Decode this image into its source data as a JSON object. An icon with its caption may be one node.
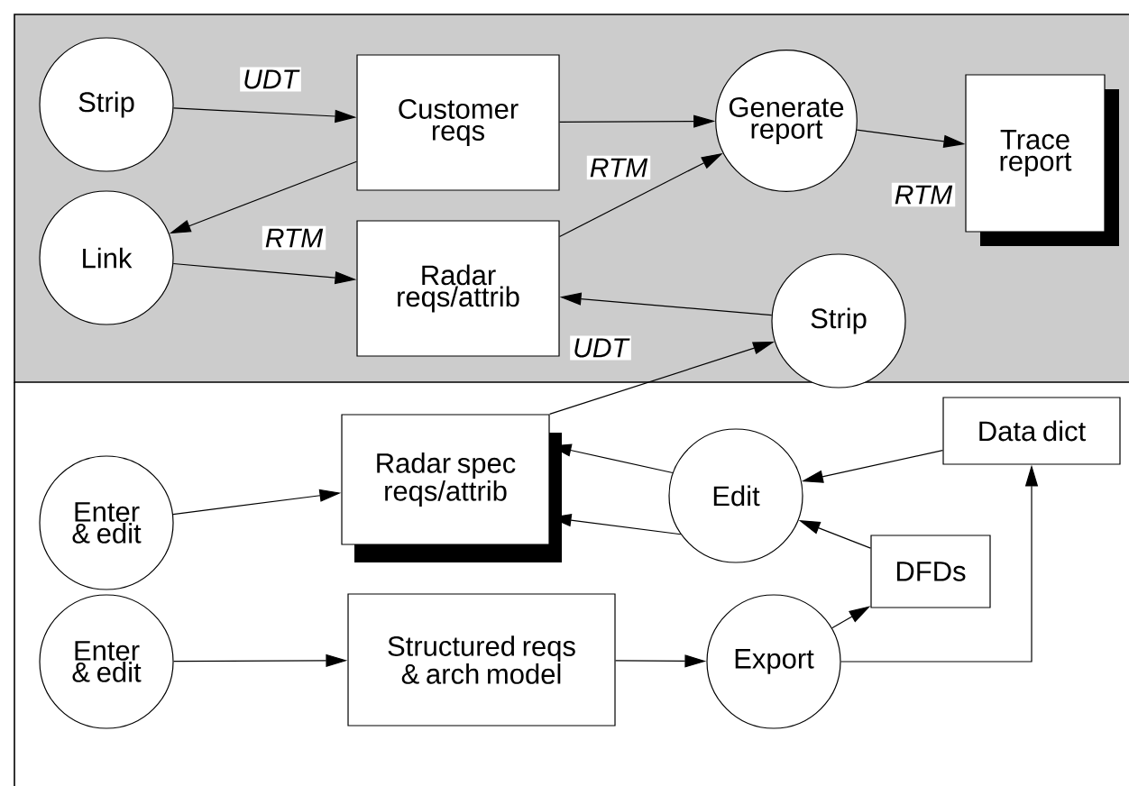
{
  "diagram": {
    "nodes": [
      {
        "text": [
          "Strip"
        ]
      },
      {
        "text": [
          "Customer reqs"
        ]
      },
      {
        "text": [
          "Generate report"
        ]
      },
      {
        "text": [
          "Trace report"
        ]
      },
      {
        "text": [
          "Link"
        ]
      },
      {
        "text": [
          "Radar reqs/attrib"
        ]
      },
      {
        "text": [
          "Strip"
        ]
      },
      {
        "text": [
          "Radar spec reqs/attrib"
        ]
      },
      {
        "text": [
          "Edit"
        ]
      },
      {
        "text": [
          "Data dict"
        ]
      },
      {
        "text": [
          "Enter & edit"
        ]
      },
      {
        "text": [
          "DFDs"
        ]
      },
      {
        "text": [
          "Enter & edit"
        ]
      },
      {
        "text": [
          "Structured reqs & arch model"
        ]
      },
      {
        "text": [
          "Export"
        ]
      }
    ],
    "edges": [
      {
        "from": 0,
        "to": 1,
        "arrow": "to",
        "label": "UDT"
      },
      {
        "from": 1,
        "to": 4,
        "arrow": "to",
        "label": "RTM"
      },
      {
        "from": 4,
        "to": 5,
        "arrow": "to"
      },
      {
        "from": 1,
        "to": 2,
        "arrow": "to",
        "label": "RTM"
      },
      {
        "from": 5,
        "to": 2,
        "arrow": "to"
      },
      {
        "from": 2,
        "to": 3,
        "arrow": "to",
        "label": "RTM"
      },
      {
        "from": 6,
        "to": 5,
        "arrow": "to"
      },
      {
        "from": 7,
        "to": 6,
        "arrow": "to",
        "label": "UDT"
      },
      {
        "from": 10,
        "to": 7,
        "arrow": "to"
      },
      {
        "from": 8,
        "to": 7,
        "arrow": "to"
      },
      {
        "from": 8,
        "to": 7,
        "arrow": "to"
      },
      {
        "from": 9,
        "to": 8,
        "arrow": "to"
      },
      {
        "from": 11,
        "to": 8,
        "arrow": "to"
      },
      {
        "from": 12,
        "to": 13,
        "arrow": "to"
      },
      {
        "from": 13,
        "to": 14,
        "arrow": "to"
      },
      {
        "from": 14,
        "to": 11,
        "arrow": "to"
      },
      {
        "from": 14,
        "to": 9,
        "arrow": "to"
      }
    ]
  }
}
